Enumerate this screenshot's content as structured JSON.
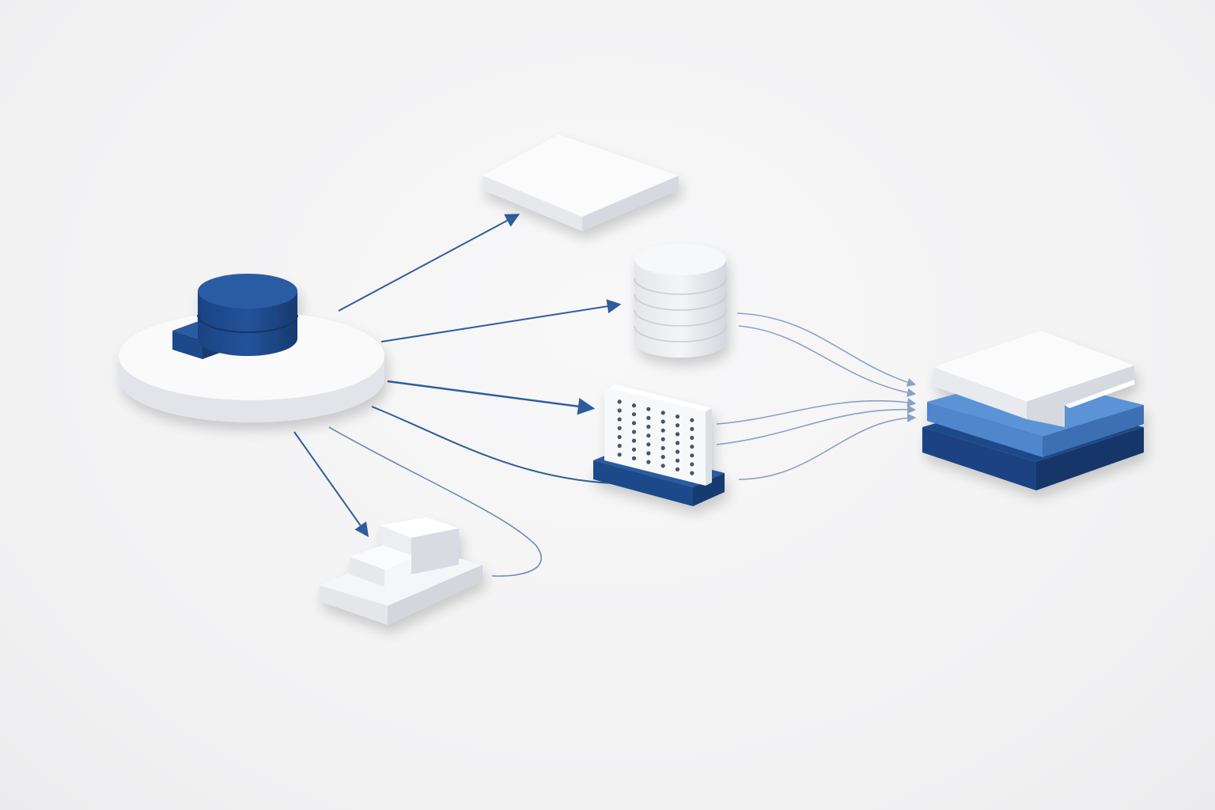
{
  "palette": {
    "background": "#f3f3f4",
    "white_top": "#fbfbfc",
    "white_side_light": "#eaebee",
    "white_side_dark": "#d9dbe0",
    "navy": "#1f4a8a",
    "navy_dark": "#163a70",
    "mid_blue": "#4f86cc",
    "mid_blue_dark": "#3d6fb3",
    "arrow": "#2f5d9b",
    "flow_line": "#8aa2c4"
  },
  "nodes": [
    {
      "id": "source-hub",
      "icon": "database-on-platform-icon",
      "color": "navy"
    },
    {
      "id": "flat-panel",
      "icon": "square-slab-icon",
      "color": "white"
    },
    {
      "id": "disk-stack",
      "icon": "database-cylinder-icon",
      "color": "white"
    },
    {
      "id": "perforated-filter",
      "icon": "filter-grid-icon",
      "color": "white"
    },
    {
      "id": "step-block",
      "icon": "steps-block-icon",
      "color": "white"
    },
    {
      "id": "layer-stack",
      "icon": "layered-stack-icon",
      "color": "white"
    }
  ],
  "edges": [
    {
      "from": "source-hub",
      "to": "flat-panel",
      "style": "arrow"
    },
    {
      "from": "source-hub",
      "to": "disk-stack",
      "style": "arrow"
    },
    {
      "from": "source-hub",
      "to": "perforated-filter",
      "style": "arrow"
    },
    {
      "from": "source-hub",
      "to": "step-block",
      "style": "arrow"
    },
    {
      "from": "source-hub",
      "to": "perforated-filter",
      "style": "curve"
    },
    {
      "from": "source-hub",
      "to": "step-block",
      "style": "curve"
    },
    {
      "from": "disk-stack",
      "to": "layer-stack",
      "style": "flow"
    },
    {
      "from": "perforated-filter",
      "to": "layer-stack",
      "style": "flow"
    }
  ]
}
